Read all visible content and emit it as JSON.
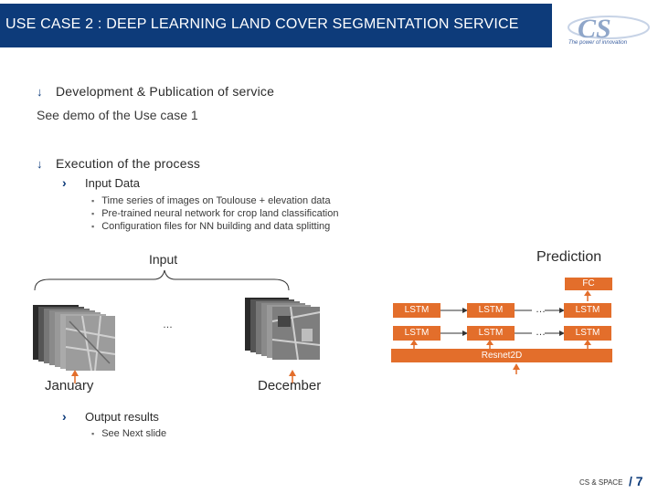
{
  "header": {
    "title": "USE CASE 2 : DEEP LEARNING LAND COVER SEGMENTATION SERVICE",
    "logo_tagline": "The power of innovation"
  },
  "section1": {
    "heading": "Development & Publication of service",
    "text": "See demo of the Use case 1"
  },
  "section2": {
    "heading": "Execution of the process",
    "input_data": {
      "heading": "Input Data",
      "bullets": [
        "Time series of images on Toulouse + elevation data",
        "Pre-trained neural network for crop land classification",
        "Configuration files for NN building and data splitting"
      ]
    }
  },
  "diagram": {
    "input_label": "Input",
    "prediction_label": "Prediction",
    "fc_label": "FC",
    "lstm_label": "LSTM",
    "ellipsis": "…",
    "resnet_label": "Resnet2D",
    "january_label": "January",
    "december_label": "December",
    "middle_ellipsis": "…"
  },
  "output": {
    "heading": "Output results",
    "bullets": [
      "See Next slide"
    ]
  },
  "footer": {
    "brand": "CS & SPACE",
    "page": "/ 7"
  },
  "colors": {
    "header": "#0d3b7a",
    "accent": "#e36e2b"
  }
}
